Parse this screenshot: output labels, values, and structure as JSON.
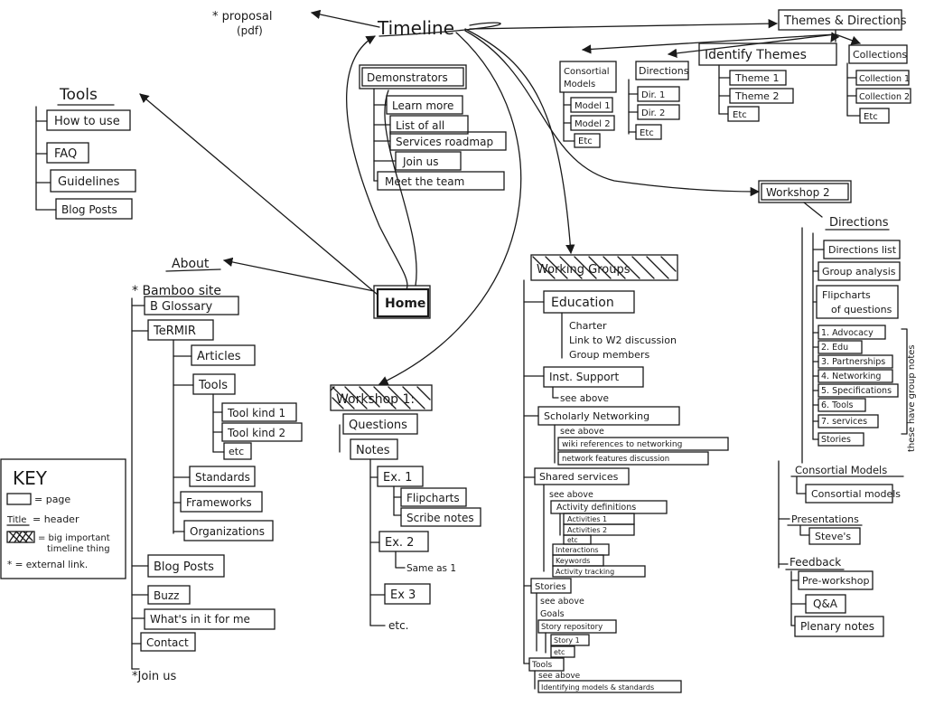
{
  "top": {
    "timeline": "Timeline",
    "proposal": "* proposal",
    "proposal_sub": "(pdf)",
    "themes_directions": "Themes & Directions"
  },
  "themes": {
    "consortial_models": [
      "Consortial",
      "Models"
    ],
    "consortial_items": [
      "Model 1",
      "Model 2",
      "Etc"
    ],
    "directions": "Directions",
    "directions_items": [
      "Dir. 1",
      "Dir. 2",
      "Etc"
    ],
    "identify_themes": "Identify Themes",
    "identify_items": [
      "Theme 1",
      "Theme 2",
      "Etc"
    ],
    "collections": "Collections",
    "collections_items": [
      "Collection 1",
      "Collection 2",
      "Etc"
    ]
  },
  "tools": {
    "title": "Tools",
    "items": [
      "How to use",
      "FAQ",
      "Guidelines",
      "Blog Posts"
    ]
  },
  "demonstrators": {
    "title": "Demonstrators",
    "items": [
      "Learn more",
      "List of all",
      "Services roadmap",
      "Join us",
      "Meet the team"
    ]
  },
  "home": "Home",
  "about": {
    "title": "About",
    "bamboo_site": "* Bamboo site",
    "glossary": "B Glossary",
    "termir": "TeRMIR",
    "articles": "Articles",
    "tools": "Tools",
    "tool_kind_1": "Tool kind 1",
    "tool_kind_2": "Tool kind 2",
    "etc": "etc",
    "standards": "Standards",
    "frameworks": "Frameworks",
    "organizations": "Organizations",
    "blog_posts": "Blog Posts",
    "buzz": "Buzz",
    "whats_in_it": "What's in it for me",
    "contact": "Contact",
    "join_us": "*Join us"
  },
  "key": {
    "title": "KEY",
    "page": "= page",
    "header_prefix": "Title",
    "header": "= header",
    "big_line1": "= big important",
    "big_line2": "timeline thing",
    "external": "* = external link."
  },
  "workshop1": {
    "title": "Workshop 1:",
    "questions": "Questions",
    "notes": "Notes",
    "ex1": "Ex. 1",
    "flipcharts": "Flipcharts",
    "scribe_notes": "Scribe notes",
    "ex2": "Ex. 2",
    "same_as_1": "Same as 1",
    "ex3": "Ex 3",
    "etc": "etc."
  },
  "working_groups": {
    "title": "Working Groups",
    "education": "Education",
    "charter": "Charter",
    "link_w2": "Link to W2 discussion",
    "group_members": "Group members",
    "inst_support": "Inst. Support",
    "see_above": "see above",
    "scholarly_networking": "Scholarly Networking",
    "wiki_refs": "wiki references to networking",
    "network_features": "network features discussion",
    "shared_services": "Shared services",
    "activity_definitions": "Activity definitions",
    "activities_1": "Activities 1",
    "activities_2": "Activities 2",
    "etc": "etc",
    "interactions": "Interactions",
    "keywords": "Keywords",
    "activity_tracking": "Activity tracking",
    "stories": "Stories",
    "goals": "Goals",
    "story_repository": "Story repository",
    "story_1": "Story 1",
    "tools": "Tools",
    "identifying_models": "Identifying models & standards"
  },
  "workshop2": {
    "title": "Workshop 2",
    "directions": "Directions",
    "directions_list": "Directions list",
    "group_analysis": "Group analysis",
    "flipcharts": [
      "Flipcharts",
      "of questions"
    ],
    "numbered": [
      "1. Advocacy",
      "2. Edu",
      "3. Partnerships",
      "4. Networking",
      "5. Specifications",
      "6. Tools",
      "7. services",
      "Stories"
    ],
    "side_note": "these have group notes",
    "consortial_models": "Consortial Models",
    "consortial_models_item": "Consortial models",
    "presentations": "Presentations",
    "steves": "Steve's",
    "feedback": "Feedback",
    "pre_workshop": "Pre-workshop",
    "qa": "Q&A",
    "plenary_notes": "Plenary notes"
  }
}
